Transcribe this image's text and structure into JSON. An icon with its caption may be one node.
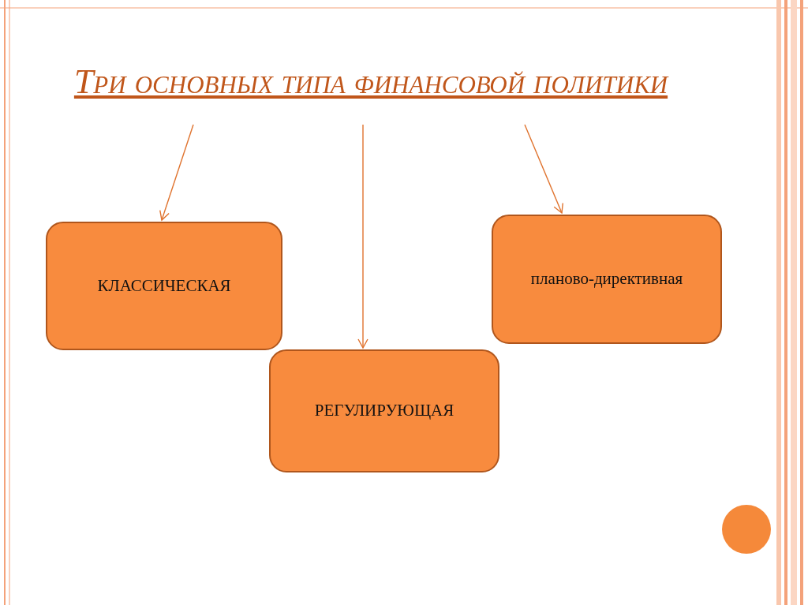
{
  "diagram": {
    "nodes": [
      {
        "text": [
          "Три основных типа финансовой политики"
        ]
      },
      {
        "text": [
          "КЛАССИЧЕСКАЯ"
        ]
      },
      {
        "text": [
          "РЕГУЛИРУЮЩАЯ"
        ]
      },
      {
        "text": [
          "планово-директивная"
        ]
      }
    ],
    "edges": [
      {
        "from": 0,
        "to": 1,
        "arrow": "to"
      },
      {
        "from": 0,
        "to": 2,
        "arrow": "to"
      },
      {
        "from": 0,
        "to": 3,
        "arrow": "to"
      }
    ]
  }
}
